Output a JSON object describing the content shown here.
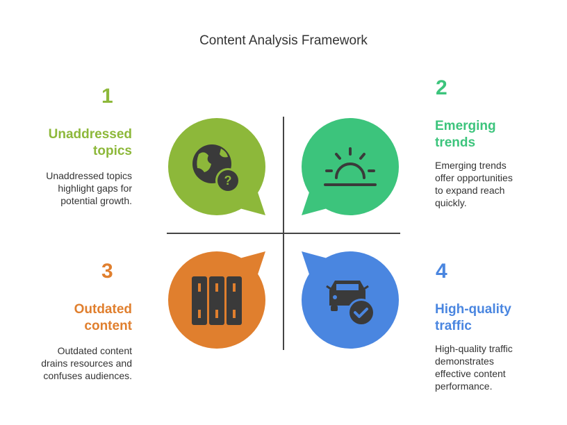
{
  "title": "Content Analysis Framework",
  "colors": {
    "q1": "#8db83a",
    "q2": "#3cc47c",
    "q3": "#e07f2e",
    "q4": "#4a86e0",
    "icon": "#3a3a3a",
    "axis": "#444444"
  },
  "quadrants": [
    {
      "number": "1",
      "heading_line1": "Unaddressed",
      "heading_line2": "topics",
      "desc_line1": "Unaddressed topics",
      "desc_line2": "highlight gaps for",
      "desc_line3": "potential growth.",
      "icon": "globe-question-icon"
    },
    {
      "number": "2",
      "heading_line1": "Emerging",
      "heading_line2": "trends",
      "desc_line1": "Emerging trends",
      "desc_line2": "offer opportunities",
      "desc_line3": "to expand reach",
      "desc_line4": "quickly.",
      "icon": "sunrise-icon"
    },
    {
      "number": "3",
      "heading_line1": "Outdated",
      "heading_line2": "content",
      "desc_line1": "Outdated content",
      "desc_line2": "drains resources and",
      "desc_line3": "confuses audiences.",
      "icon": "binders-icon"
    },
    {
      "number": "4",
      "heading_line1": "High-quality",
      "heading_line2": "traffic",
      "desc_line1": "High-quality traffic",
      "desc_line2": "demonstrates",
      "desc_line3": "effective content",
      "desc_line4": "performance.",
      "icon": "car-check-icon"
    }
  ]
}
